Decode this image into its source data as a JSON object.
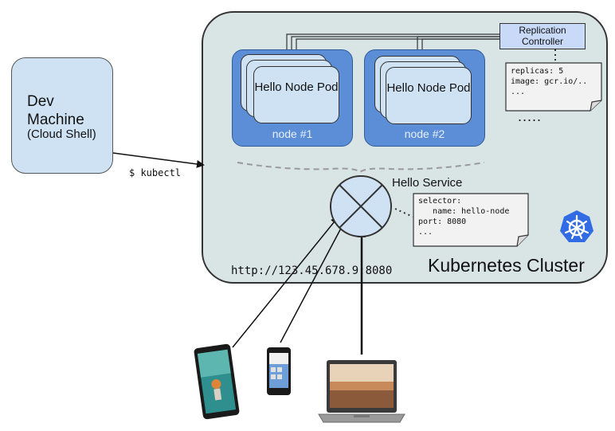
{
  "dev_machine": {
    "title": "Dev\nMachine",
    "subtitle": "(Cloud Shell)"
  },
  "kubectl_command": "$ kubectl",
  "nodes": [
    {
      "pod_label": "Hello Node Pod",
      "node_label": "node #1"
    },
    {
      "pod_label": "Hello Node Pod",
      "node_label": "node #2"
    }
  ],
  "replication_controller": {
    "label": "Replication Controller",
    "config": [
      "replicas: 5",
      "image: gcr.io/..",
      "..."
    ],
    "more": "....."
  },
  "service": {
    "label": "Hello Service",
    "config": [
      "selector:",
      "   name: hello-node",
      "port: 8080",
      "..."
    ]
  },
  "url": "http://123.45.678.9:8080",
  "cluster_label": "Kubernetes Cluster",
  "colors": {
    "cluster_bg": "#d9e4e4",
    "node_bg": "#5b8ed6",
    "pod_bg": "#cfe2f3",
    "rc_bg": "#c9daf8",
    "kubernetes_logo": "#326ce5"
  }
}
